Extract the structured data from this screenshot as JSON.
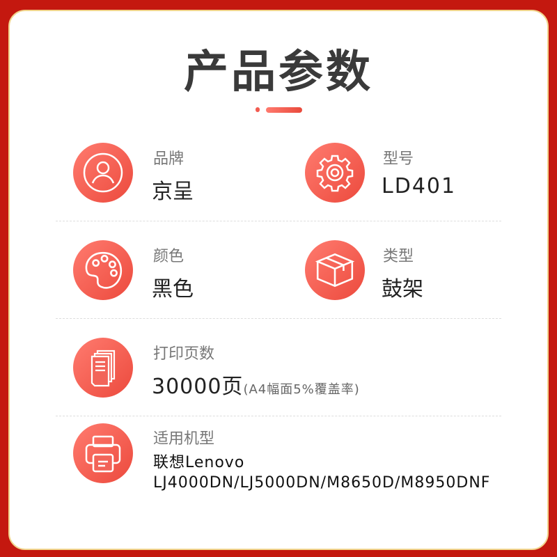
{
  "title": "产品参数",
  "items": [
    {
      "label": "品牌",
      "value": "京呈",
      "icon": "user-icon"
    },
    {
      "label": "型号",
      "value": "LD401",
      "icon": "gear-icon"
    },
    {
      "label": "颜色",
      "value": "黑色",
      "icon": "palette-icon"
    },
    {
      "label": "类型",
      "value": "鼓架",
      "icon": "box-icon"
    },
    {
      "label": "打印页数",
      "value": "30000页",
      "note": "(A4幅面5%覆盖率)",
      "icon": "pages-icon"
    },
    {
      "label": "适用机型",
      "value": "联想Lenovo",
      "value2": "LJ4000DN/LJ5000DN/M8650D/M8950DNF",
      "icon": "printer-icon"
    }
  ]
}
